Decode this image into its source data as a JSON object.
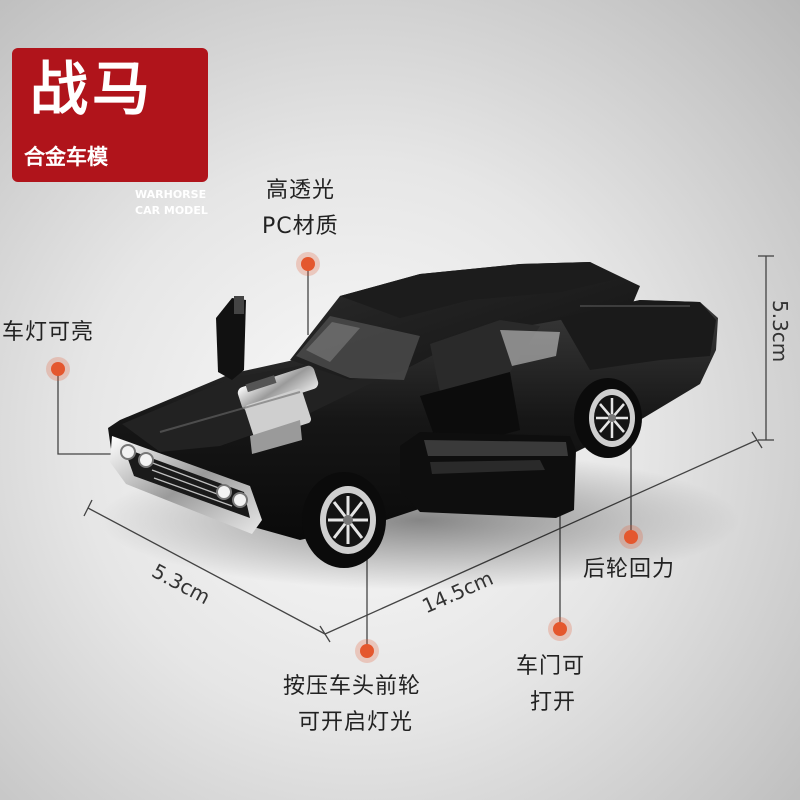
{
  "badge": {
    "title": "战马",
    "subtitle": "合金车模",
    "english_line1": "WARHORSE",
    "english_line2": "CAR MODEL",
    "color": "#b0141b"
  },
  "features": {
    "glass": [
      "高透光",
      "PC材质"
    ],
    "lights": "车灯可亮",
    "rear_wheel": "后轮回力",
    "front_wheel": [
      "按压车头前轮",
      "可开启灯光"
    ],
    "doors": [
      "车门可",
      "打开"
    ]
  },
  "dimensions": {
    "height": "5.3cm",
    "width": "5.3cm",
    "length": "14.5cm"
  },
  "accent_color": "#e4572e"
}
